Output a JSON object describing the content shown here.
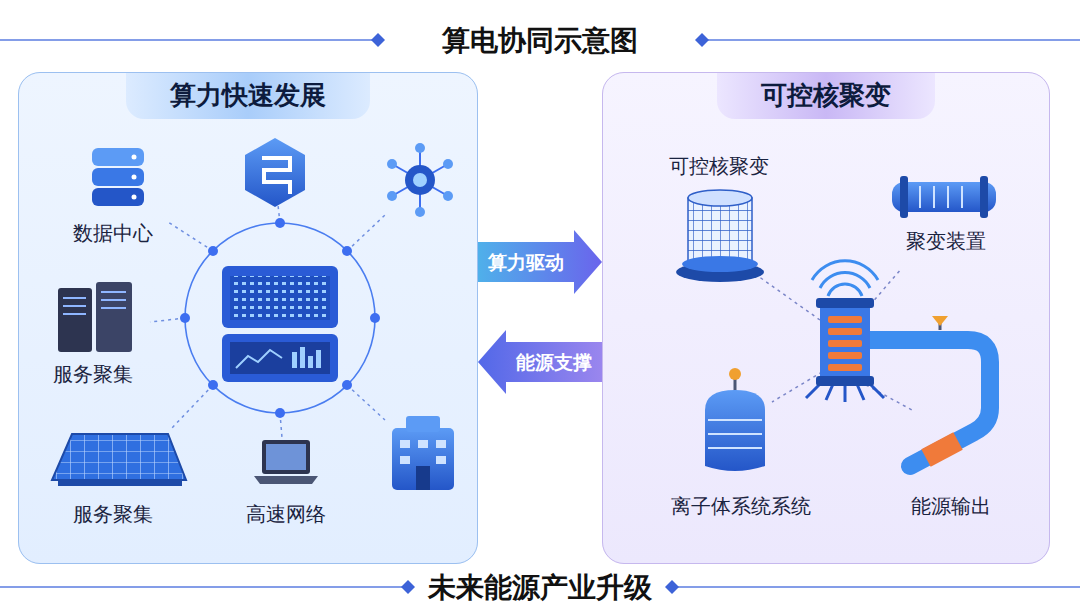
{
  "diagram": {
    "title": "算电协同示意图",
    "caption": "未来能源产业升级",
    "nodes": [
      {
        "text": [
          "算力快速发展"
        ]
      },
      {
        "text": [
          "数据中心"
        ],
        "in": 0
      },
      {
        "text": [
          "服务聚集"
        ],
        "in": 0
      },
      {
        "text": [
          "服务聚集"
        ],
        "in": 0
      },
      {
        "text": [
          "高速网络"
        ],
        "in": 0
      },
      {
        "text": [
          "可控核聚变"
        ]
      },
      {
        "text": [
          "可控核聚变"
        ],
        "in": 5
      },
      {
        "text": [
          "聚变装置"
        ],
        "in": 5
      },
      {
        "text": [
          "离子体系统系统"
        ],
        "in": 5
      },
      {
        "text": [
          "能源输出"
        ],
        "in": 5
      }
    ],
    "edges": [
      {
        "from": 0,
        "to": 5,
        "arrow": "to",
        "label": "算力驱动"
      },
      {
        "from": 5,
        "to": 0,
        "arrow": "to",
        "label": "能源支撑"
      }
    ]
  }
}
